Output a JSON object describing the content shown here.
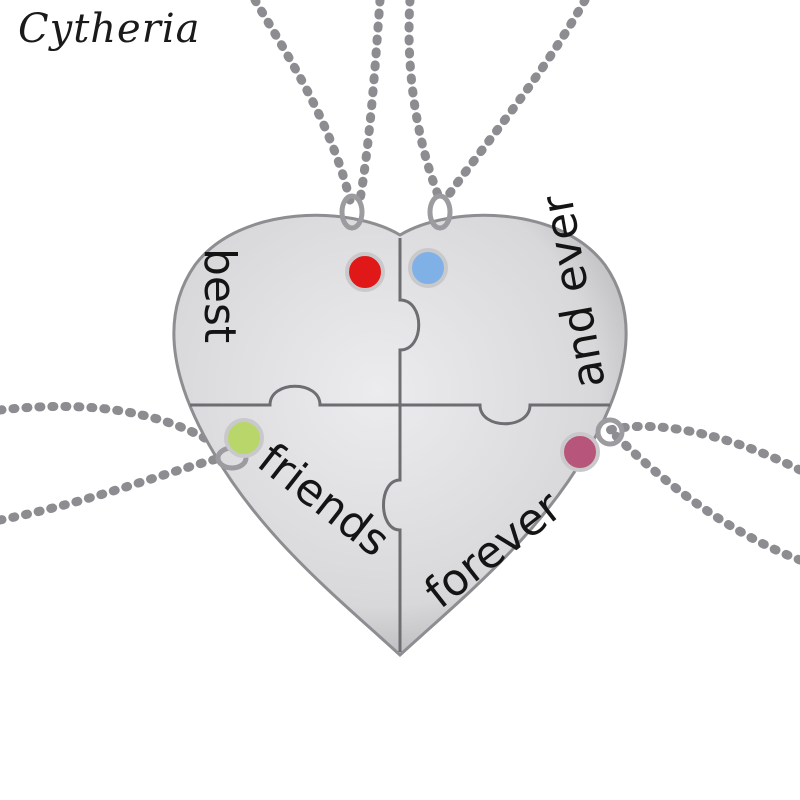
{
  "brand": {
    "name": "Cytheria"
  },
  "pendant": {
    "texts": {
      "best": "best",
      "and_ever": "and ever",
      "friends": "friends",
      "forever": "forever"
    },
    "stones": {
      "top_left": "#e01818",
      "top_right": "#7fb0e6",
      "bottom_left": "#b8d66a",
      "bottom_right": "#b8557a"
    },
    "metal_color": "#d8d8da"
  }
}
